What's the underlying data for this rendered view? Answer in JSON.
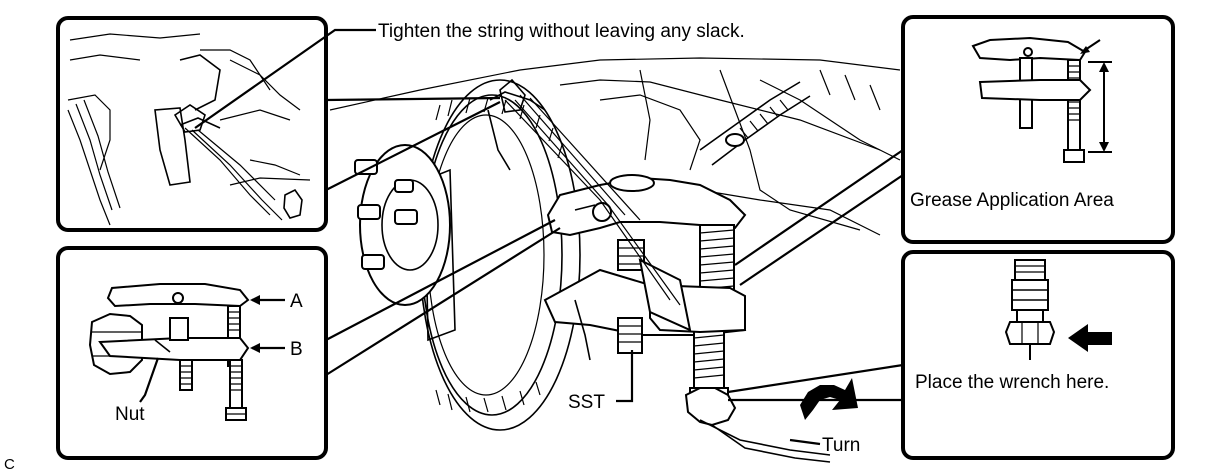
{
  "labels": {
    "string_note": "Tighten the string without leaving any slack.",
    "grease_area": "Grease Application Area",
    "wrench_note": "Place the wrench here.",
    "label_a": "A",
    "label_b": "B",
    "nut": "Nut",
    "sst": "SST",
    "turn": "Turn",
    "corner_code": "C"
  }
}
